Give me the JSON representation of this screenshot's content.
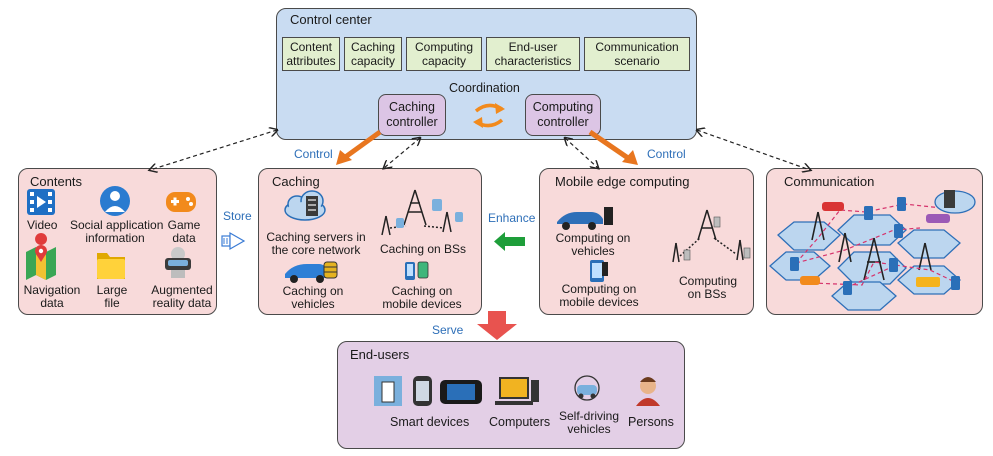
{
  "control_center": {
    "title": "Control center",
    "attributes": [
      {
        "line1": "Content",
        "line2": "attributes"
      },
      {
        "line1": "Caching",
        "line2": "capacity"
      },
      {
        "line1": "Computing",
        "line2": "capacity"
      },
      {
        "line1": "End-user",
        "line2": "characteristics"
      },
      {
        "line1": "Communication",
        "line2": "scenario"
      }
    ],
    "coordination": "Coordination",
    "caching_controller": {
      "line1": "Caching",
      "line2": "controller"
    },
    "computing_controller": {
      "line1": "Computing",
      "line2": "controller"
    }
  },
  "edge_labels": {
    "control_left": "Control",
    "control_right": "Control",
    "store": "Store",
    "enhance": "Enhance",
    "serve": "Serve"
  },
  "contents": {
    "title": "Contents",
    "items": [
      {
        "line1": "Video",
        "line2": "",
        "icon": "video-icon"
      },
      {
        "line1": "Social application",
        "line2": "information",
        "icon": "user-icon"
      },
      {
        "line1": "Game",
        "line2": "data",
        "icon": "gamepad-icon"
      },
      {
        "line1": "Navigation",
        "line2": "data",
        "icon": "map-icon"
      },
      {
        "line1": "Large",
        "line2": "file",
        "icon": "folder-icon"
      },
      {
        "line1": "Augmented",
        "line2": "reality data",
        "icon": "vr-headset-icon"
      }
    ]
  },
  "caching": {
    "title": "Caching",
    "servers": {
      "line1": "Caching servers in",
      "line2": "the core network"
    },
    "bss": "Caching on BSs",
    "vehicles": {
      "line1": "Caching on",
      "line2": "vehicles"
    },
    "mobile": {
      "line1": "Caching on",
      "line2": "mobile devices"
    }
  },
  "mec": {
    "title": "Mobile edge computing",
    "vehicles": {
      "line1": "Computing on",
      "line2": "vehicles"
    },
    "mobile": {
      "line1": "Computing on",
      "line2": "mobile devices"
    },
    "bss": {
      "line1": "Computing",
      "line2": "on BSs"
    }
  },
  "communication": {
    "title": "Communication"
  },
  "end_users": {
    "title": "End-users",
    "smart_devices": "Smart devices",
    "computers": "Computers",
    "self_driving": {
      "line1": "Self-driving",
      "line2": "vehicles"
    },
    "persons": "Persons"
  },
  "colors": {
    "pink_box": "#f8dada",
    "lavender_box": "#e3cfe6",
    "blue_box": "#c9dcf2",
    "green_cell": "#e2efcf",
    "orange_arrow": "#e8761f",
    "blue_arrow": "#3a7bd5",
    "green_arrow": "#1e9e3a",
    "red_arrow": "#e8534f",
    "label_blue": "#2e6fb8"
  }
}
